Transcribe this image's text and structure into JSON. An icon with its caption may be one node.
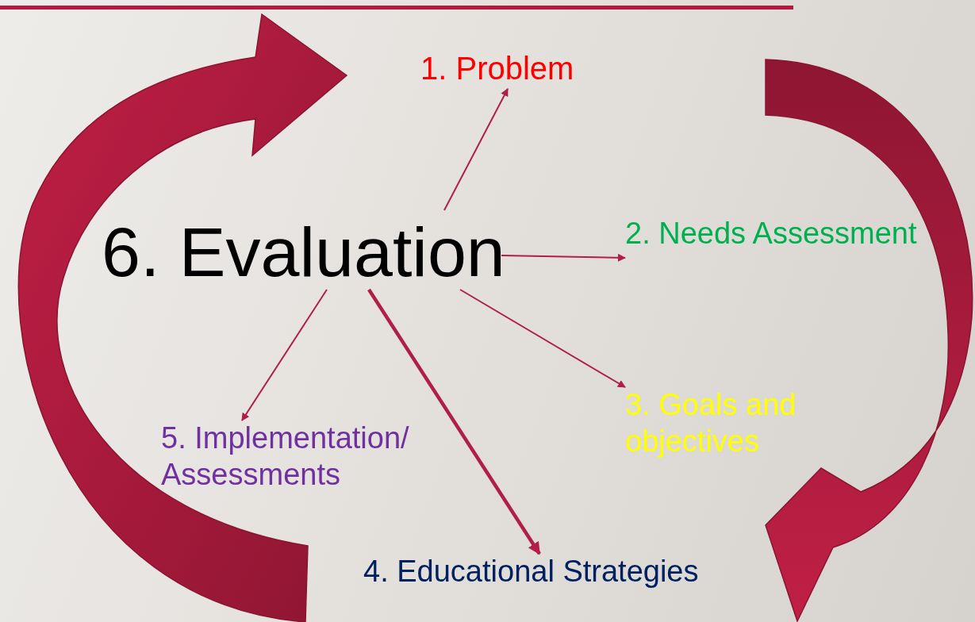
{
  "diagram": {
    "nodes": [
      {
        "text": [
          "1. Problem"
        ]
      },
      {
        "text": [
          "6. Evaluation"
        ]
      },
      {
        "text": [
          "2. Needs Assessment"
        ]
      },
      {
        "text": [
          "3. Goals and objectives"
        ]
      },
      {
        "text": [
          "5. Implementation/ Assessments"
        ]
      },
      {
        "text": [
          "4. Educational Strategies"
        ]
      }
    ],
    "edges": [
      {
        "from": 1,
        "to": 0,
        "arrow": "to"
      },
      {
        "from": 1,
        "to": 2,
        "arrow": "to"
      },
      {
        "from": 1,
        "to": 3,
        "arrow": "to"
      },
      {
        "from": 1,
        "to": 5,
        "arrow": "to",
        "style": "thick"
      },
      {
        "from": 1,
        "to": 4,
        "arrow": "to"
      }
    ]
  }
}
